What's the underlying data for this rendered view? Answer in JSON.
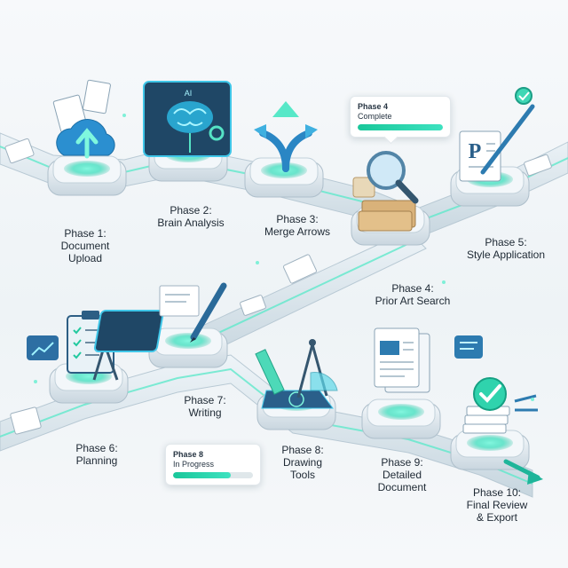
{
  "phases": [
    {
      "label_line1": "Phase 1:",
      "label_line2": "Document",
      "label_line3": "Upload",
      "icon": "cloud-upload-icon"
    },
    {
      "label_line1": "Phase 2:",
      "label_line2": "Brain Analysis",
      "icon": "ai-brain-icon",
      "icon_text": "AI"
    },
    {
      "label_line1": "Phase 3:",
      "label_line2": "Merge Arrows",
      "icon": "merge-arrows-icon"
    },
    {
      "label_line1": "Phase 4:",
      "label_line2": "Prior Art Search",
      "icon": "magnifier-icon"
    },
    {
      "label_line1": "Phase 5:",
      "label_line2": "Style Application",
      "icon": "style-brush-icon",
      "icon_text": "P"
    },
    {
      "label_line1": "Phase 6:",
      "label_line2": "Planning",
      "icon": "clipboard-icon"
    },
    {
      "label_line1": "Phase 7:",
      "label_line2": "Writing",
      "icon": "pen-icon"
    },
    {
      "label_line1": "Phase 8:",
      "label_line2": "Drawing",
      "label_line3": "Tools",
      "icon": "drawing-tools-icon"
    },
    {
      "label_line1": "Phase 9:",
      "label_line2": "Detailed",
      "label_line3": "Document",
      "icon": "document-icon"
    },
    {
      "label_line1": "Phase 10:",
      "label_line2": "Final Review",
      "label_line3": "& Export",
      "icon": "checkmark-export-icon"
    }
  ],
  "status_cards": [
    {
      "title": "Phase 4",
      "status": "Complete",
      "progress": 1.0
    },
    {
      "title": "Phase 8",
      "status": "In Progress",
      "progress": 0.72
    }
  ],
  "colors": {
    "accent": "#22d3b0",
    "glow": "#5ff0d2",
    "platform": "#e6edf2",
    "belt": "#d5e2ea",
    "icon_blue": "#1d6fa8"
  }
}
